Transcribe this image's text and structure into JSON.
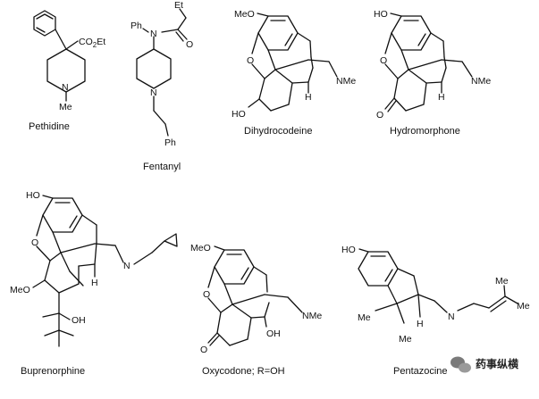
{
  "molecules": {
    "pethidine": {
      "name": "Pethidine",
      "labels": {
        "ester": "CO",
        "ester_sub": "2",
        "ester_tail": "Et",
        "n_sub": "N",
        "me": "Me"
      }
    },
    "fentanyl": {
      "name": "Fentanyl",
      "labels": {
        "et": "Et",
        "ph_top": "Ph",
        "n_amide": "N",
        "o": "O",
        "n_ring": "N",
        "ph_bottom": "Ph"
      }
    },
    "dihydrocodeine": {
      "name": "Dihydrocodeine",
      "labels": {
        "meo": "MeO",
        "o": "O",
        "h": "H",
        "nme": "NMe",
        "ho": "HO"
      }
    },
    "hydromorphone": {
      "name": "Hydromorphone",
      "labels": {
        "ho": "HO",
        "o_bridge": "O",
        "h": "H",
        "nme": "NMe",
        "o_ketone": "O"
      }
    },
    "buprenorphine": {
      "name": "Buprenorphine",
      "labels": {
        "ho": "HO",
        "o": "O",
        "n": "N",
        "h": "H",
        "meo": "MeO",
        "oh": "OH"
      }
    },
    "oxycodone": {
      "name": "Oxycodone; R=OH",
      "labels": {
        "meo": "MeO",
        "o_bridge": "O",
        "nme": "NMe",
        "oh": "OH",
        "o_ketone": "O"
      }
    },
    "pentazocine": {
      "name": "Pentazocine",
      "labels": {
        "ho": "HO",
        "me1": "Me",
        "me2": "Me",
        "h": "H",
        "n": "N",
        "me3": "Me",
        "me4": "Me"
      }
    }
  },
  "watermark": {
    "text": "药事纵横"
  }
}
